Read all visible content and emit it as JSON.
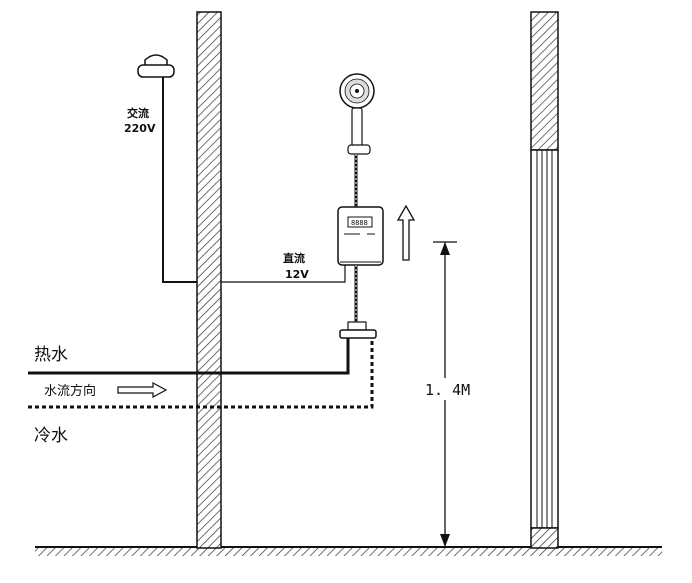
{
  "labels": {
    "ac": "交流",
    "ac_voltage": "220V",
    "dc": "直流",
    "dc_voltage": "12V",
    "hot_water": "热水",
    "flow_direction": "水流方向",
    "cold_water": "冷水",
    "height": "1. 4M"
  },
  "device_screen_text": "8888",
  "colors": {
    "line": "#111111",
    "hatch": "#333333",
    "background": "#ffffff"
  },
  "icons": [
    "power-socket-icon",
    "shower-head-icon",
    "flow-arrow-icon",
    "up-arrow-icon"
  ]
}
